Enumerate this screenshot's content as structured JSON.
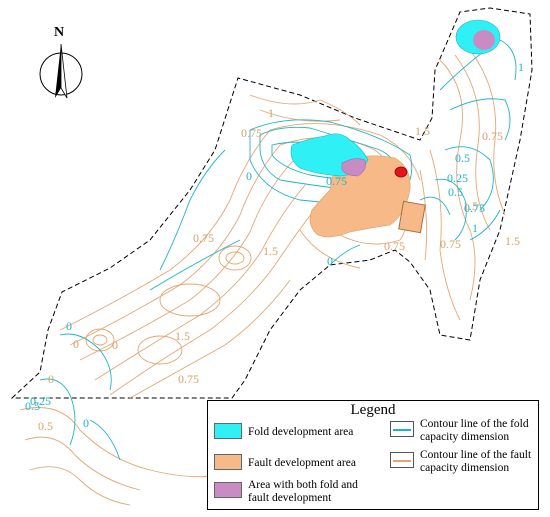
{
  "north_label": "N",
  "colors": {
    "fold_area": "#2ef0f5",
    "fault_area": "#f7b987",
    "both_area": "#c98bc3",
    "fold_contour": "#1fb5c8",
    "fault_contour": "#e6a672",
    "hot_spot": "#e8121a",
    "boundary": "#000000"
  },
  "contour_labels": {
    "fault": [
      "0.75",
      "0.75",
      "0.75",
      "0.75",
      "0.75",
      "0.75",
      "1",
      "1.5",
      "1.5",
      "1.5",
      "1.5",
      "1.5",
      "0",
      "0",
      "0",
      "0.5"
    ],
    "fold": [
      "0",
      "0",
      "0",
      "0",
      "0.75",
      "0.25",
      "0.5",
      "0.75",
      "1",
      "0.5",
      "0.5",
      "1",
      "0.25"
    ]
  },
  "legend": {
    "title": "Legend",
    "fold_area": "Fold development area",
    "fault_area": "Fault development area",
    "both_area_line1": "Area with both fold and",
    "both_area_line2": "fault development",
    "fold_contour_line1": "Contour line of the fold",
    "fold_contour_line2": "capacity dimension",
    "fault_contour_line1": "Contour line of the fault",
    "fault_contour_line2": "capacity dimension"
  }
}
